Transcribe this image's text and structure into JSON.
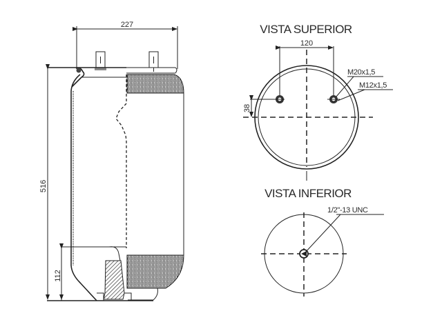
{
  "drawing": {
    "type": "air-spring-technical-drawing",
    "side_view": {
      "dimensions": {
        "top_width": "227",
        "total_height": "516",
        "piston_height": "112"
      }
    },
    "top_view": {
      "title": "VISTA SUPERIOR",
      "dimensions": {
        "stud_spacing": "120",
        "stud_offset": "38"
      },
      "callouts": {
        "air_fitting": "M20x1,5",
        "stud_thread": "M12x1,5"
      }
    },
    "bottom_view": {
      "title": "VISTA INFERIOR",
      "callouts": {
        "bolt_thread": "1/2\"-13 UNC"
      }
    }
  }
}
